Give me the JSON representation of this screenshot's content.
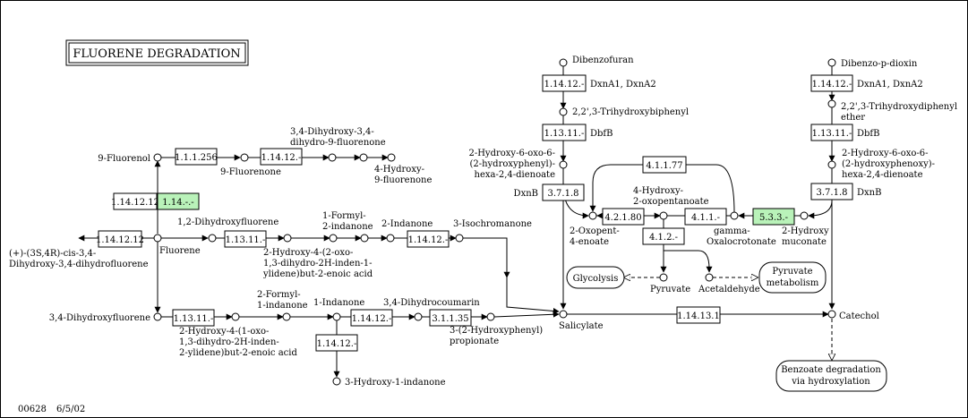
{
  "title": "FLUORENE DEGRADATION",
  "footer": {
    "map_id": "00628",
    "date": "6/5/02"
  },
  "colors": {
    "highlight": "#b9f2b9",
    "line": "#000000",
    "background": "#ffffff"
  },
  "enzymes": {
    "e1_1_1_256": "1.1.1.256",
    "e1_14_12_a": "1.14.12.-",
    "e1_14_12_12_v": "1.14.12.12",
    "e1_14_a": "1.14.-.-",
    "e1_14_12_12_h": "1.14.12.12",
    "e1_13_11_a": "1.13.11.-",
    "e1_14_12_b": "1.14.12.-",
    "e1_13_11_b": "1.13.11.-",
    "e1_14_12_c": "1.14.12.-",
    "e1_14_12_d": "1.14.12.-",
    "e3_1_1_35": "3.1.1.35",
    "e1_14_12_dbf": "1.14.12.-",
    "e1_13_11_dbf": "1.13.11.-",
    "e3_7_1_8_a": "3.7.1.8",
    "e1_14_12_dioxin": "1.14.12.-",
    "e1_13_11_dioxin": "1.13.11.-",
    "e3_7_1_8_b": "3.7.1.8",
    "e4_1_1_77": "4.1.1.77",
    "e4_2_1_80": "4.2.1.80",
    "e4_1_1_a": "4.1.1.-",
    "e5_3_3_a": "5.3.3.-",
    "e4_1_2_a": "4.1.2.-",
    "e1_14_13_1": "1.14.13.1"
  },
  "genes": {
    "dxna_dbf": "DxnA1, DxnA2",
    "dbfb_dbf": "DbfB",
    "dxnb_dbf": "DxnB",
    "dxna_dioxin": "DxnA1, DxnA2",
    "dbfb_dioxin": "DbfB",
    "dxnb_dioxin": "DxnB"
  },
  "compounds": {
    "fluorenol_9": "9-Fluorenol",
    "fluorenone_9": "9-Fluorenone",
    "dihydroxy_dihydro_l1": "3,4-Dihydroxy-3,4-",
    "dihydroxy_dihydro_l2": "dihydro-9-fluorenone",
    "hydroxy_fluorenone_l1": "4-Hydroxy-",
    "hydroxy_fluorenone_l2": "9-fluorenone",
    "dihydroxyfluorene_12": "1,2-Dihydroxyfluorene",
    "formyl_indanone_1_l1": "1-Formyl-",
    "formyl_indanone_1_l2": "2-indanone",
    "indanone_2": "2-Indanone",
    "isochromanone": "3-Isochromanone",
    "cis_diol_l1": "(+)-(3S,4R)-cis-3,4-",
    "cis_diol_l2": "Dihydroxy-3,4-dihydrofluorene",
    "fluorene": "Fluorene",
    "hydroxy_oxo_dihydro_l1": "2-Hydroxy-4-(2-oxo-",
    "hydroxy_oxo_dihydro_l2": "1,3-dihydro-2H-inden-1-",
    "hydroxy_oxo_dihydro_l3": "ylidene)but-2-enoic acid",
    "dihydroxyfluorene_34": "3,4-Dihydroxyfluorene",
    "formyl_indanone_2_l1": "2-Formyl-",
    "formyl_indanone_2_l2": "1-indanone",
    "indanone_1": "1-Indanone",
    "dihydrocoumarin": "3,4-Dihydrocoumarin",
    "hydroxy_oxo_inden2_l1": "2-Hydroxy-4-(1-oxo-",
    "hydroxy_oxo_inden2_l2": "1,3-dihydro-2H-inden-",
    "hydroxy_oxo_inden2_l3": "2-ylidene)but-2-enoic acid",
    "hydroxyphenyl_propionate_l1": "3-(2-Hydroxyphenyl)",
    "hydroxyphenyl_propionate_l2": "propionate",
    "hydroxy_indanone_3": "3-Hydroxy-1-indanone",
    "salicylate": "Salicylate",
    "dibenzofuran": "Dibenzofuran",
    "trihydroxybiphenyl": "2,2',3-Trihydroxybiphenyl",
    "hydroxy_oxo_hydroxyphenyl_l1": "2-Hydroxy-6-oxo-6-",
    "hydroxy_oxo_hydroxyphenyl_l2": "(2-hydroxyphenyl)-",
    "hydroxy_oxo_hydroxyphenyl_l3": "hexa-2,4-dienoate",
    "hydroxy_oxopentanoate_l1": "4-Hydroxy-",
    "hydroxy_oxopentanoate_l2": "2-oxopentanoate",
    "oxopent_enoate_l1": "2-Oxopent-",
    "oxopent_enoate_l2": "4-enoate",
    "oxalocrotonate_l1": "gamma-",
    "oxalocrotonate_l2": "Oxalocrotonate",
    "hydroxymuconate_l1": "2-Hydroxy",
    "hydroxymuconate_l2": "muconate",
    "pyruvate": "Pyruvate",
    "acetaldehyde": "Acetaldehyde",
    "dibenzo_p_dioxin": "Dibenzo-p-dioxin",
    "trihydroxydiphenyl_ether_l1": "2,2',3-Trihydroxydiphenyl",
    "trihydroxydiphenyl_ether_l2": "ether",
    "hydroxy_oxo_hydroxyphenoxy_l1": "2-Hydroxy-6-oxo-6-",
    "hydroxy_oxo_hydroxyphenoxy_l2": "(2-hydroxyphenoxy)-",
    "hydroxy_oxo_hydroxyphenoxy_l3": "hexa-2,4-dienoate",
    "catechol": "Catechol"
  },
  "maps": {
    "glycolysis": "Glycolysis",
    "pyruvate_metabolism_l1": "Pyruvate",
    "pyruvate_metabolism_l2": "metabolism",
    "benzoate_l1": "Benzoate degradation",
    "benzoate_l2": "via hydroxylation"
  }
}
